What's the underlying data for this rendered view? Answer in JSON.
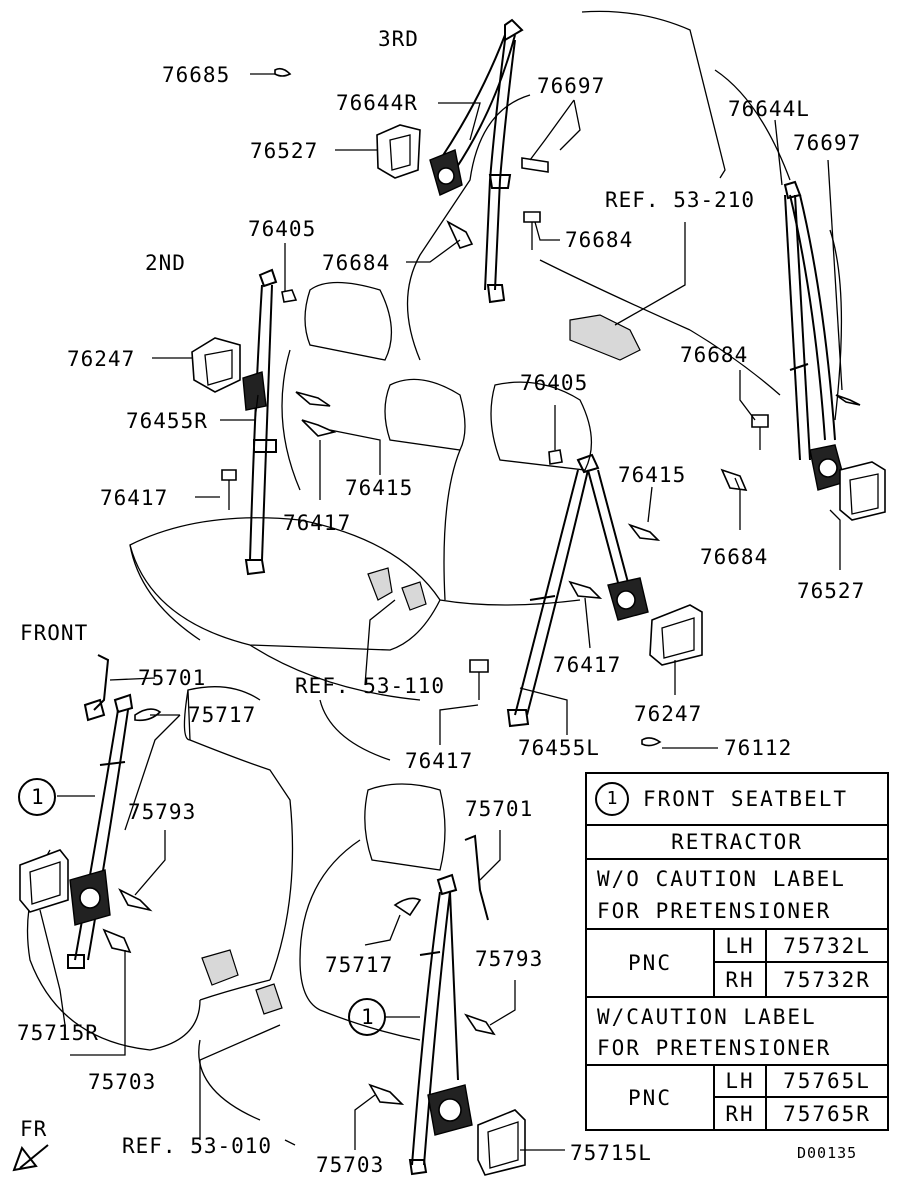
{
  "labels": {
    "third": "3RD",
    "second": "2ND",
    "front": "FRONT",
    "fr": "FR",
    "p76685": "76685",
    "p76644R": "76644R",
    "p76527_top": "76527",
    "p76697_mid": "76697",
    "p76684_mid": "76684",
    "p76684_left": "76684",
    "p76644L": "76644L",
    "p76697_right": "76697",
    "ref53210": "REF. 53-210",
    "p76684_right1": "76684",
    "p76684_right2": "76684",
    "p76527_right": "76527",
    "p76405_left": "76405",
    "p76247_left": "76247",
    "p76455R": "76455R",
    "p76415_left": "76415",
    "p76417_a": "76417",
    "p76417_b": "76417",
    "p76405_mid": "76405",
    "p76415_right": "76415",
    "p76417_c": "76417",
    "p76247_right": "76247",
    "ref53110": "REF. 53-110",
    "p76417_d": "76417",
    "p76455L": "76455L",
    "p76112": "76112",
    "p75701_left": "75701",
    "p75717_left": "75717",
    "callout1_left": "1",
    "p75793_left": "75793",
    "p75715R": "75715R",
    "p75703_left": "75703",
    "p75701_right": "75701",
    "p75717_right": "75717",
    "p75793_right": "75793",
    "callout1_right": "1",
    "ref53010": "REF. 53-010",
    "p75703_right": "75703",
    "p75715L": "75715L",
    "diagram_code": "D00135"
  },
  "legend": {
    "callout": "1",
    "title": "FRONT SEATBELT",
    "subtitle": "RETRACTOR",
    "section1_line1": "W/O CAUTION LABEL",
    "section1_line2": "FOR PRETENSIONER",
    "section2_line1": "W/CAUTION LABEL",
    "section2_line2": "FOR PRETENSIONER",
    "pnc": "PNC",
    "lh": "LH",
    "rh": "RH",
    "s1_lh_part": "75732L",
    "s1_rh_part": "75732R",
    "s2_lh_part": "75765L",
    "s2_rh_part": "75765R"
  }
}
